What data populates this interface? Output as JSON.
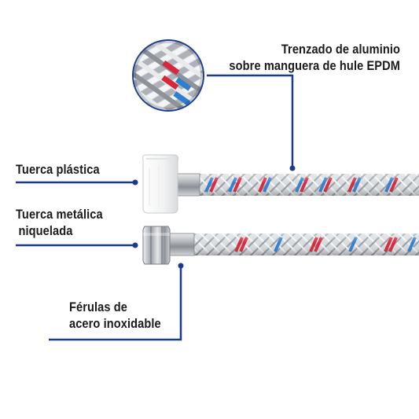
{
  "labels": {
    "braid": {
      "line1": "Trenzado de aluminio",
      "line2": "sobre manguera de hule EPDM"
    },
    "plastic_nut": {
      "line1": "Tuerca plástica"
    },
    "metal_nut": {
      "line1": "Tuerca metálica",
      "line2": "niquelada"
    },
    "ferrules": {
      "line1": "Férulas de",
      "line2": "acero inoxidable"
    }
  },
  "colors": {
    "leader_line": "#1b3a8c",
    "text": "#1b1b1b",
    "braid_red": "#d8263a",
    "braid_blue": "#2f7fd0",
    "braid_silver": "#c9ccd0"
  }
}
